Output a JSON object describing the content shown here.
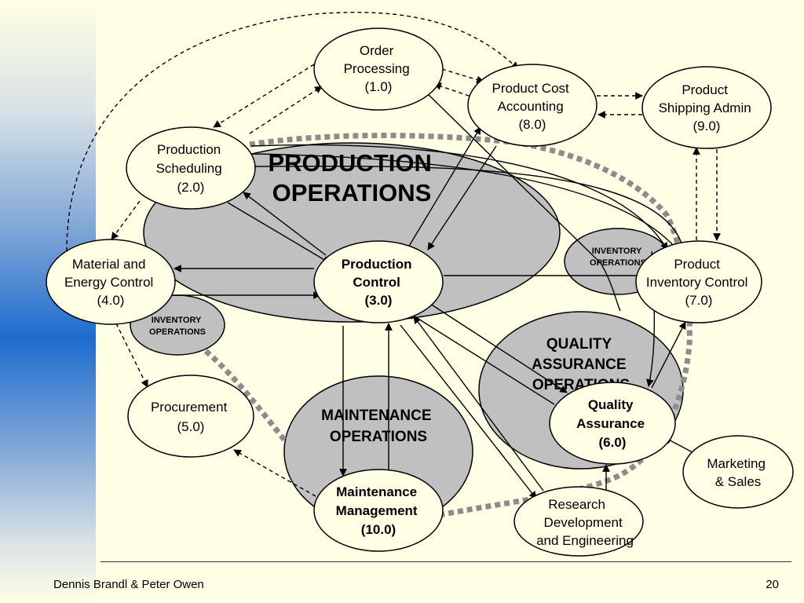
{
  "regions": {
    "production": "PRODUCTION OPERATIONS",
    "maintenance": "MAINTENANCE OPERATIONS",
    "quality": "QUALITY ASSURANCE OPERATIONS",
    "inventory_left": "INVENTORY OPERATIONS",
    "inventory_right": "INVENTORY OPERATIONS"
  },
  "nodes": {
    "order_processing": [
      "Order",
      "Processing",
      "(1.0)"
    ],
    "production_scheduling": [
      "Production",
      "Scheduling",
      "(2.0)"
    ],
    "production_control": [
      "Production",
      "Control",
      "(3.0)"
    ],
    "material_energy": [
      "Material and",
      "Energy Control",
      "(4.0)"
    ],
    "procurement": [
      "Procurement",
      "(5.0)"
    ],
    "quality_assurance": [
      "Quality",
      "Assurance",
      "(6.0)"
    ],
    "product_inventory": [
      "Product",
      "Inventory Control",
      "(7.0)"
    ],
    "product_cost": [
      "Product Cost",
      "Accounting",
      "(8.0)"
    ],
    "product_shipping": [
      "Product",
      "Shipping Admin",
      "(9.0)"
    ],
    "maintenance_mgmt": [
      "Maintenance",
      "Management",
      "(10.0)"
    ],
    "marketing": [
      "Marketing",
      "& Sales"
    ],
    "research": [
      "Research",
      "Development",
      "and Engineering"
    ]
  },
  "footer": {
    "authors": "Dennis Brandl & Peter Owen",
    "page": "20"
  }
}
